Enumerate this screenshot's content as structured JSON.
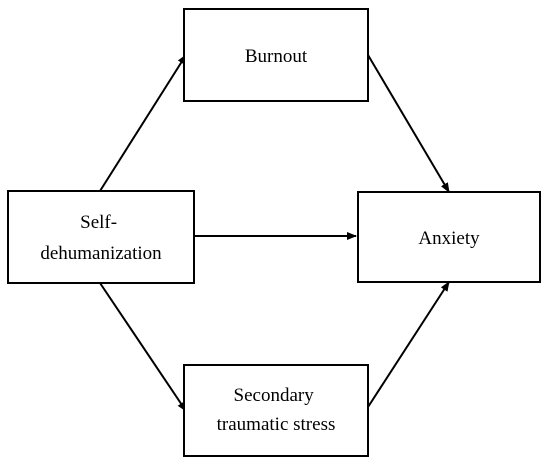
{
  "nodes": {
    "burnout": {
      "lines": [
        "Burnout"
      ]
    },
    "self_dehumanization": {
      "lines": [
        "Self-",
        "dehumanization"
      ]
    },
    "anxiety": {
      "lines": [
        "Anxiety"
      ]
    },
    "secondary_traumatic_stress": {
      "lines": [
        "Secondary",
        "traumatic stress"
      ]
    }
  },
  "edges": [
    {
      "from": "self_dehumanization",
      "to": "burnout"
    },
    {
      "from": "self_dehumanization",
      "to": "anxiety"
    },
    {
      "from": "self_dehumanization",
      "to": "secondary_traumatic_stress"
    },
    {
      "from": "burnout",
      "to": "anxiety"
    },
    {
      "from": "secondary_traumatic_stress",
      "to": "anxiety"
    }
  ],
  "colors": {
    "stroke": "#000000",
    "background": "#ffffff"
  }
}
